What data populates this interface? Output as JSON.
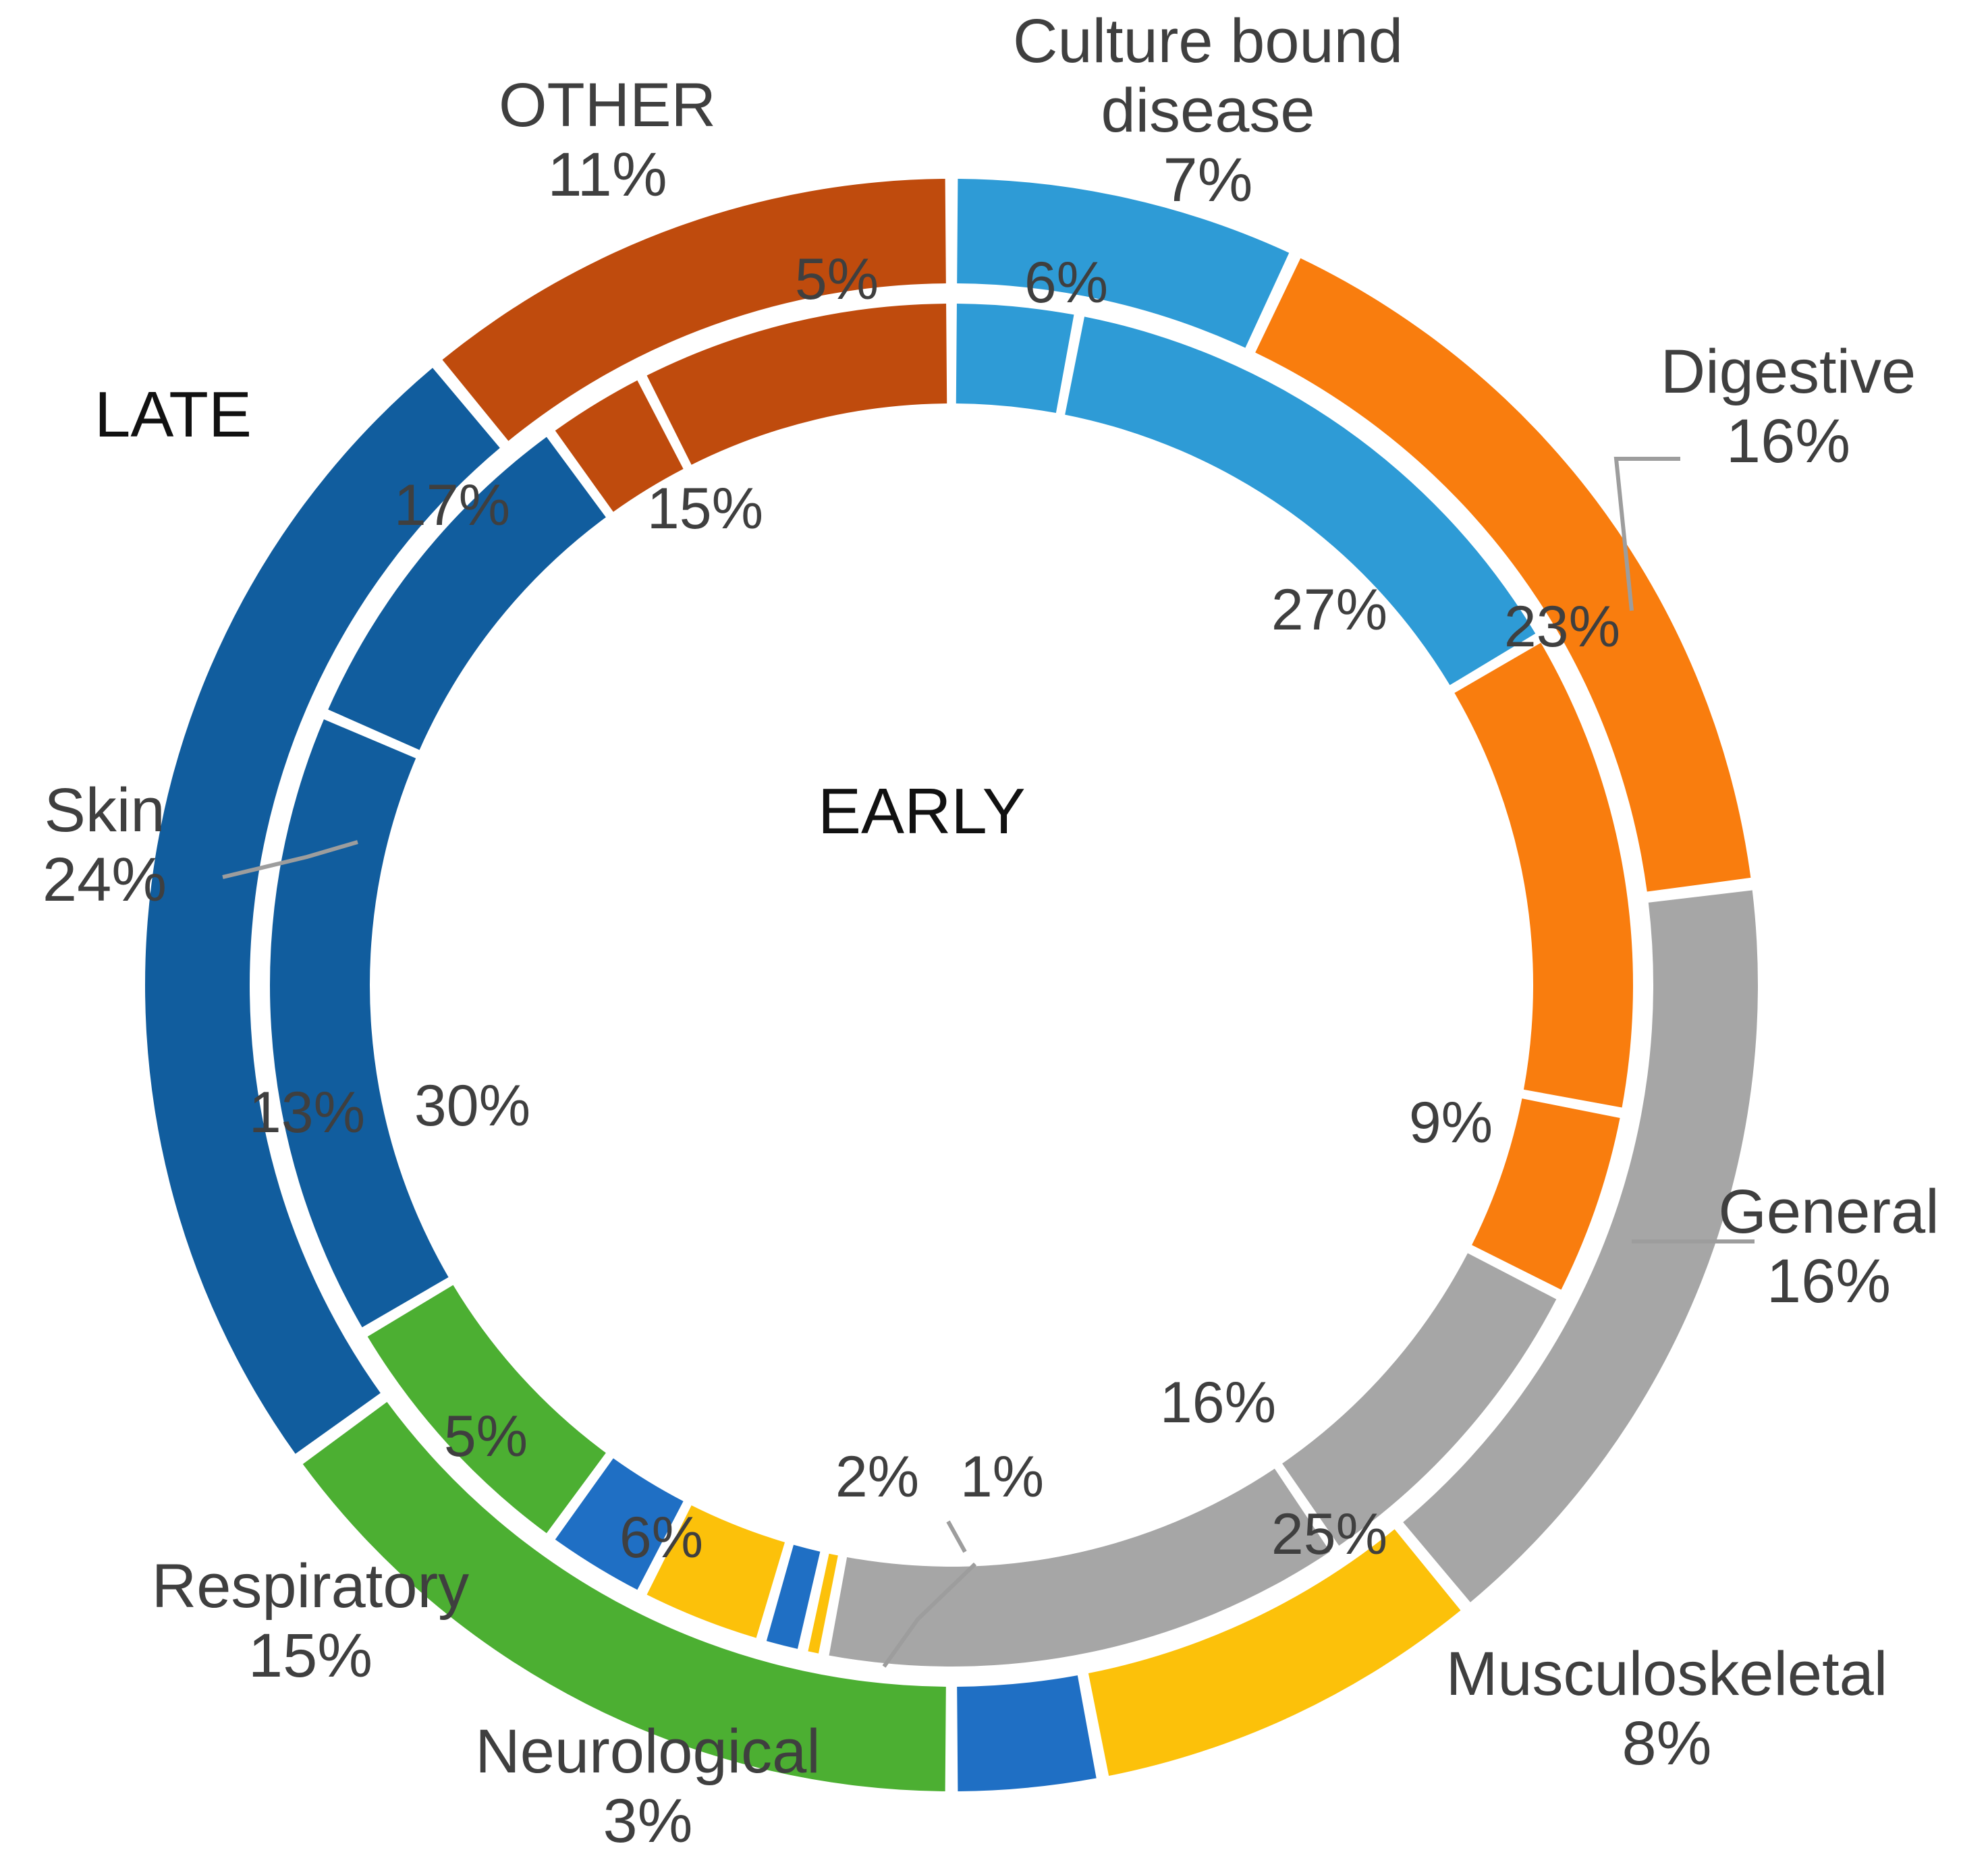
{
  "chart_data": {
    "type": "pie",
    "title": "",
    "subtitle": "",
    "xlabel": "",
    "ylabel": "",
    "legend_position": "none",
    "grid": false,
    "ring_labels": {
      "inner": "EARLY",
      "outer": "LATE"
    },
    "categories": [
      "Culture bound disease",
      "Digestive",
      "General",
      "Musculoskeletal",
      "Neurological",
      "Respiratory",
      "Skin",
      "OTHER"
    ],
    "series": [
      {
        "name": "EARLY",
        "values": [
          27,
          23,
          9,
          16,
          25,
          1,
          2,
          5,
          6,
          13,
          30,
          17,
          15,
          6
        ]
      },
      {
        "name": "LATE",
        "values": [
          7,
          16,
          16,
          8,
          3,
          15,
          24,
          11
        ]
      }
    ],
    "colors": {
      "culture_bound_disease": "#2e9bd6",
      "digestive": "#f97d0e",
      "general": "#a6a6a6",
      "musculoskeletal": "#fcc10a",
      "neurological": "#1f6fc4",
      "respiratory": "#4caf32",
      "skin": "#115d9e",
      "other": "#bf4b0d",
      "gap": "#ffffff",
      "label_text": "#3f3f3f",
      "ring_tag_text": "#111111"
    },
    "outer_ring_slices": [
      {
        "category": "Culture bound disease",
        "percent": 7,
        "label": "7%",
        "color": "#2e9bd6"
      },
      {
        "category": "Digestive",
        "percent": 16,
        "label": "16%",
        "color": "#f97d0e"
      },
      {
        "category": "General",
        "percent": 16,
        "label": "16%",
        "color": "#a6a6a6"
      },
      {
        "category": "Musculoskeletal",
        "percent": 8,
        "label": "8%",
        "color": "#fcc10a"
      },
      {
        "category": "Neurological",
        "percent": 3,
        "label": "3%",
        "color": "#1f6fc4"
      },
      {
        "category": "Respiratory",
        "percent": 15,
        "label": "15%",
        "color": "#4caf32"
      },
      {
        "category": "Skin",
        "percent": 24,
        "label": "24%",
        "color": "#115d9e"
      },
      {
        "category": "OTHER",
        "percent": 11,
        "label": "11%",
        "color": "#bf4b0d"
      }
    ],
    "inner_ring_slices": [
      {
        "percent": 6,
        "label": "6%",
        "color": "#2e9bd6",
        "label_inside": true
      },
      {
        "percent": 27,
        "label": "27%",
        "color": "#2e9bd6",
        "label_inside": false
      },
      {
        "percent": 23,
        "label": "23%",
        "color": "#f97d0e",
        "label_inside": true
      },
      {
        "percent": 9,
        "label": "9%",
        "color": "#f97d0e",
        "label_inside": false
      },
      {
        "percent": 16,
        "label": "16%",
        "color": "#a6a6a6",
        "label_inside": false
      },
      {
        "percent": 25,
        "label": "25%",
        "color": "#a6a6a6",
        "label_inside": true
      },
      {
        "percent": 1,
        "label": "1%",
        "color": "#fcc10a",
        "label_inside": false
      },
      {
        "percent": 2,
        "label": "2%",
        "color": "#1f6fc4",
        "label_inside": false
      },
      {
        "percent": 6,
        "label": "6%",
        "color": "#fcc10a",
        "label_inside": true
      },
      {
        "percent": 5,
        "label": "5%",
        "color": "#1f6fc4",
        "label_inside": true
      },
      {
        "percent": 13,
        "label": "13%",
        "color": "#4caf32",
        "label_inside": true
      },
      {
        "percent": 30,
        "label": "30%",
        "color": "#115d9e",
        "label_inside": false
      },
      {
        "percent": 17,
        "label": "17%",
        "color": "#115d9e",
        "label_inside": true
      },
      {
        "percent": 5,
        "label": "5%",
        "color": "#bf4b0d",
        "label_inside": true
      },
      {
        "percent": 15,
        "label": "15%",
        "color": "#bf4b0d",
        "label_inside": false
      }
    ]
  },
  "labels": {
    "culture_bound": {
      "name": "Culture bound\ndisease",
      "line1": "Culture bound",
      "line2": "disease",
      "pct": "7%"
    },
    "digestive": {
      "name": "Digestive",
      "pct": "16%"
    },
    "general": {
      "name": "General",
      "pct": "16%"
    },
    "musculoskeletal": {
      "name": "Musculoskeletal",
      "pct": "8%"
    },
    "neurological": {
      "name": "Neurological",
      "pct": "3%"
    },
    "respiratory": {
      "name": "Respiratory",
      "pct": "15%"
    },
    "skin": {
      "name": "Skin",
      "pct": "24%"
    },
    "other": {
      "name": "OTHER",
      "pct": "11%"
    }
  },
  "ring_tags": {
    "early": "EARLY",
    "late": "LATE"
  },
  "inner_values": {
    "p6_top": "6%",
    "p27": "27%",
    "p23": "23%",
    "p9": "9%",
    "p16": "16%",
    "p25": "25%",
    "p1": "1%",
    "p2": "2%",
    "p6_bottom": "6%",
    "p5_left": "5%",
    "p13": "13%",
    "p30": "30%",
    "p17": "17%",
    "p5_top": "5%",
    "p15": "15%"
  }
}
